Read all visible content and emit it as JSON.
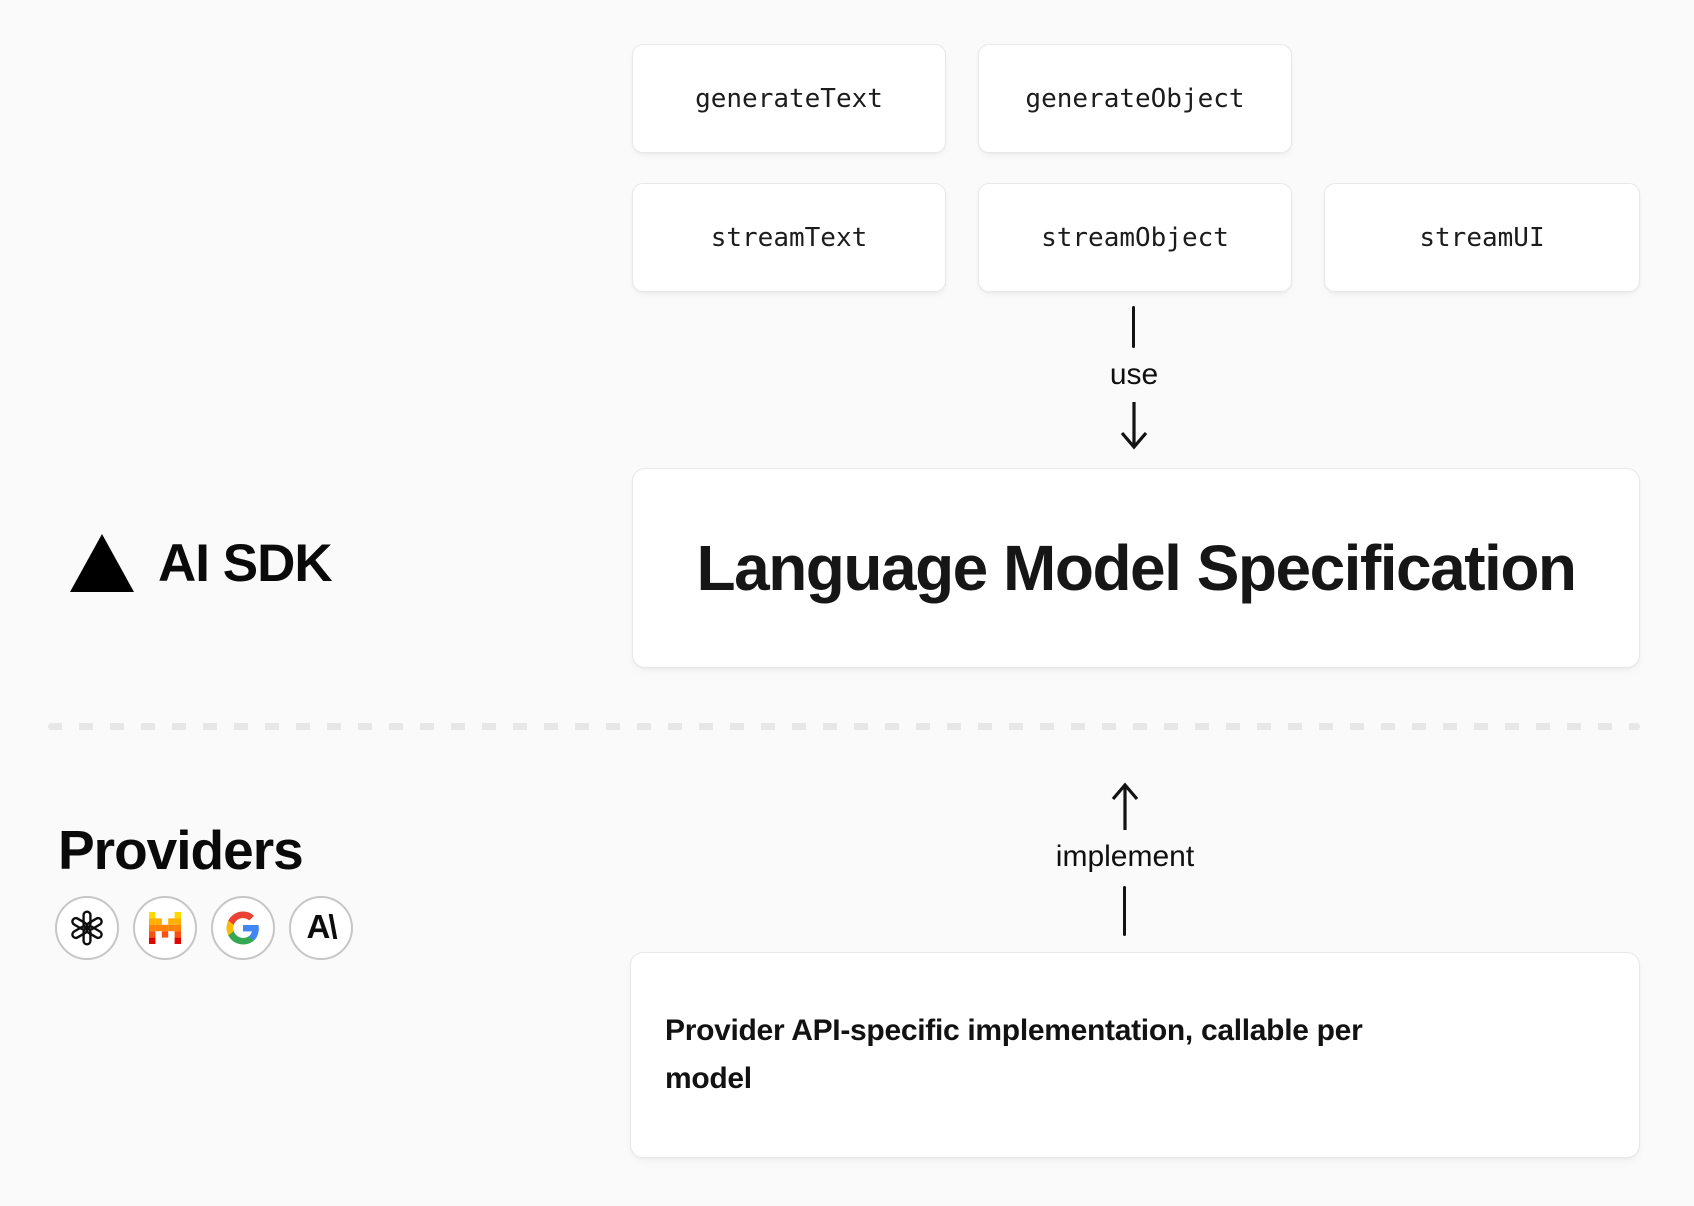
{
  "brand": {
    "label": "AI SDK"
  },
  "sdk": {
    "functions": [
      {
        "label": "generateText"
      },
      {
        "label": "generateObject"
      },
      {
        "label": "streamText"
      },
      {
        "label": "streamObject"
      },
      {
        "label": "streamUI"
      }
    ],
    "use_label": "use",
    "spec_title": "Language Model Specification"
  },
  "providers": {
    "heading": "Providers",
    "implement_label": "implement",
    "implementation_text": "Provider API-specific implementation, callable per\nmodel",
    "icons": [
      {
        "name": "openai"
      },
      {
        "name": "mistral"
      },
      {
        "name": "google"
      },
      {
        "name": "anthropic",
        "glyph": "A\\"
      }
    ]
  },
  "colors": {
    "background": "#fafafa",
    "card_bg": "#ffffff",
    "card_border": "#e8e8e8",
    "text": "#141414",
    "divider": "#e7e7e7",
    "mistral_rows": [
      "#FFD800",
      "#FFAF00",
      "#FF8205",
      "#FA500F",
      "#E10500"
    ],
    "google_g": [
      "#4285F4",
      "#34A853",
      "#FBBC05",
      "#EA4335"
    ]
  }
}
